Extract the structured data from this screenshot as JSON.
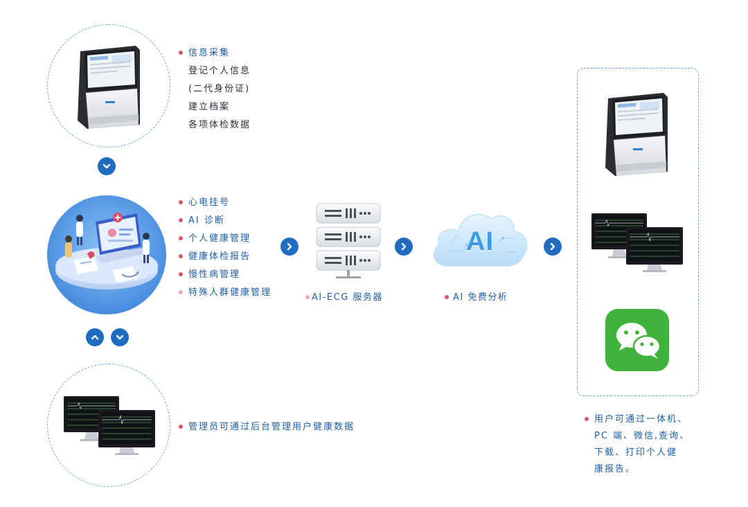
{
  "info_collect": {
    "title": "信息采集",
    "lines": [
      "登记个人信息",
      "(二代身份证)",
      "建立档案",
      "各项体检数据"
    ]
  },
  "services": {
    "items": [
      "心电挂号",
      "AI 诊断",
      "个人健康管理",
      "健康体检报告",
      "慢性病管理",
      "特殊人群健康管理"
    ]
  },
  "server": {
    "label": "AI-ECG 服务器"
  },
  "cloud": {
    "label": "AI 免费分析",
    "ai_text": "AI"
  },
  "admin": {
    "label": "管理员可通过后台管理用户健康数据"
  },
  "user_access": {
    "lines": [
      "用户可通过一体机、",
      "PC 端、微信,查询、",
      "下载、打印个人健",
      "康报告。"
    ]
  },
  "colors": {
    "accent": "#1f6cc1",
    "dot": "#e0516b",
    "dash": "#6aa7e6",
    "wechat": "#3fb33b"
  }
}
